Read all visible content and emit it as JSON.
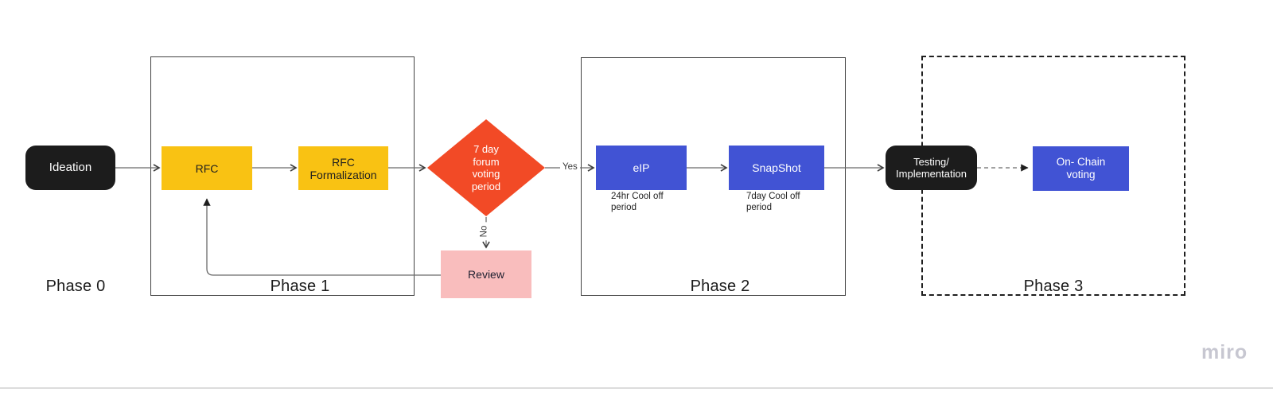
{
  "board": {
    "watermark": "miro",
    "background": "#ffffff"
  },
  "palette": {
    "black_node": "#1c1c1c",
    "yellow_node": "#f9c213",
    "blue_node": "#4153d4",
    "orange_diamond": "#f24a26",
    "pink_node": "#f9bdbd",
    "connector_line": "#6b6b6b",
    "phase_border": "#434343",
    "watermark_gray": "#c7c7d1"
  },
  "phases": [
    {
      "label": "Phase 0",
      "border": "none"
    },
    {
      "label": "Phase 1",
      "border": "solid"
    },
    {
      "label": "Phase 2",
      "border": "solid"
    },
    {
      "label": "Phase 3",
      "border": "dashed"
    }
  ],
  "nodes": {
    "ideation": {
      "label": "Ideation",
      "shape": "rounded-rectangle",
      "fill": "black"
    },
    "rfc": {
      "label": "RFC",
      "shape": "rectangle",
      "fill": "yellow"
    },
    "rfc_formalization": {
      "label": "RFC\nFormalization",
      "shape": "rectangle",
      "fill": "yellow"
    },
    "forum_vote": {
      "label": "7 day\nforum\nvoting\nperiod",
      "shape": "diamond",
      "fill": "orange"
    },
    "review": {
      "label": "Review",
      "shape": "rectangle",
      "fill": "pink"
    },
    "eip": {
      "label": "eIP",
      "note": "24hr Cool off\nperiod",
      "shape": "rectangle",
      "fill": "blue"
    },
    "snapshot": {
      "label": "SnapShot",
      "note": "7day Cool off\nperiod",
      "shape": "rectangle",
      "fill": "blue"
    },
    "testing": {
      "label": "Testing/\nImplementation",
      "shape": "rounded-rectangle",
      "fill": "black"
    },
    "onchain_voting": {
      "label": "On- Chain\nvoting",
      "shape": "rectangle",
      "fill": "blue"
    }
  },
  "edge_labels": {
    "yes": "Yes",
    "no": "No"
  }
}
